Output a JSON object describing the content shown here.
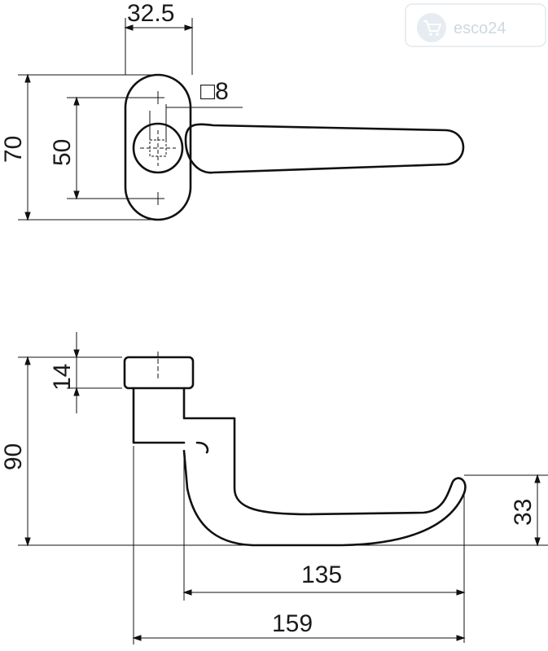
{
  "watermark": {
    "brand": "esco24",
    "cart_icon": "shopping-cart-icon"
  },
  "top_view": {
    "width_label": "32.5",
    "height_label": "70",
    "hole_spacing_label": "50",
    "spindle_label": "□8"
  },
  "side_view": {
    "rose_height_label": "14",
    "total_height_label": "90",
    "lever_drop_label": "33",
    "lever_length_label": "135",
    "total_length_label": "159"
  }
}
